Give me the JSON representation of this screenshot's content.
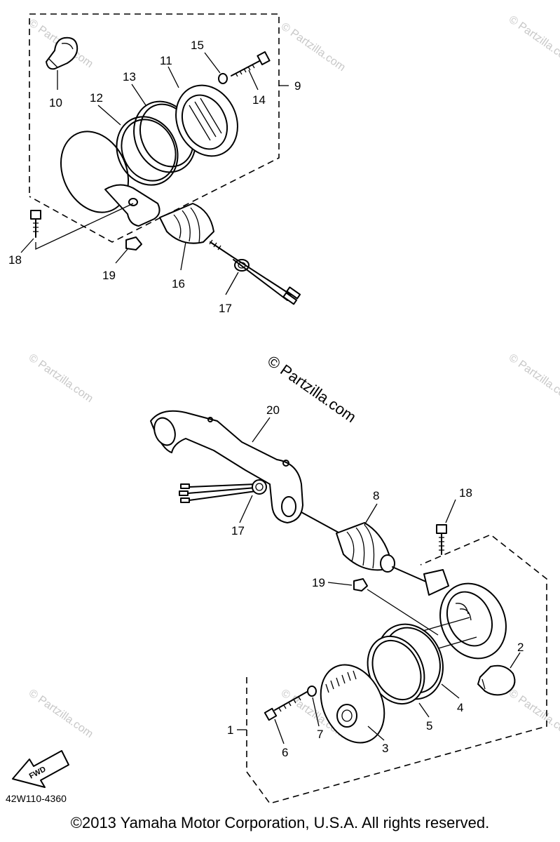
{
  "part_labels": {
    "p1": "1",
    "p2": "2",
    "p3": "3",
    "p4": "4",
    "p5": "5",
    "p6": "6",
    "p7": "7",
    "p8": "8",
    "p9": "9",
    "p10": "10",
    "p11": "11",
    "p12": "12",
    "p13": "13",
    "p14": "14",
    "p15": "15",
    "p16": "16",
    "p17a": "17",
    "p17b": "17",
    "p18a": "18",
    "p18b": "18",
    "p19a": "19",
    "p19b": "19",
    "p20": "20"
  },
  "watermark": {
    "text": "© Partzilla.com"
  },
  "direction_arrow": "FWD",
  "diagram_code": "42W110-4360",
  "copyright": "©2013  Yamaha Motor Corporation, U.S.A. All rights reserved."
}
